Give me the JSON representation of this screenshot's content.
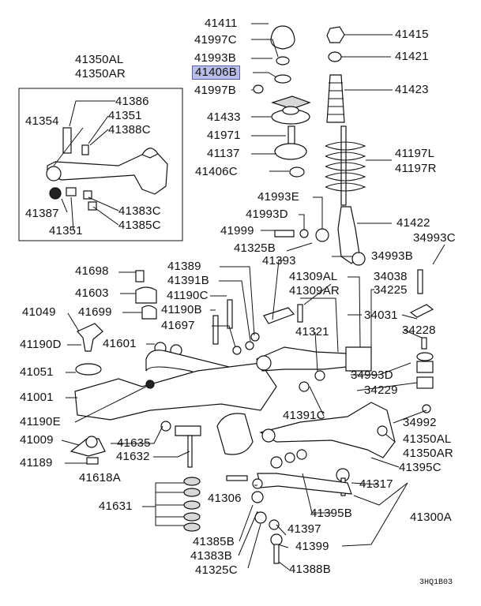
{
  "highlighted_part": "41406B",
  "diagram_code": "3HQ1B03",
  "labels": {
    "p41411": "41411",
    "p41997C": "41997C",
    "p41993B": "41993B",
    "p41406B": "41406B",
    "p41997B": "41997B",
    "p41433": "41433",
    "p41971": "41971",
    "p41137": "41137",
    "p41406C": "41406C",
    "p41415": "41415",
    "p41421": "41421",
    "p41423": "41423",
    "p41197L": "41197L",
    "p41197R": "41197R",
    "p41993E": "41993E",
    "p41993D": "41993D",
    "p41999": "41999",
    "p41325B": "41325B",
    "p41422": "41422",
    "p34993C": "34993C",
    "p34993B": "34993B",
    "p41350AL_top": "41350AL",
    "p41350AR_top": "41350AR",
    "p41386": "41386",
    "p41351a": "41351",
    "p41354": "41354",
    "p41388C": "41388C",
    "p41387": "41387",
    "p41383C": "41383C",
    "p41351b": "41351",
    "p41385C": "41385C",
    "p41698": "41698",
    "p41603": "41603",
    "p41699": "41699",
    "p41049": "41049",
    "p41190D": "41190D",
    "p41601": "41601",
    "p41051": "41051",
    "p41001": "41001",
    "p41190E": "41190E",
    "p41009": "41009",
    "p41189": "41189",
    "p41618A": "41618A",
    "p41635": "41635",
    "p41632": "41632",
    "p41389": "41389",
    "p41391B": "41391B",
    "p41190C": "41190C",
    "p41190B": "41190B",
    "p41697": "41697",
    "p41393": "41393",
    "p41309AL": "41309AL",
    "p41309AR": "41309AR",
    "p41321": "41321",
    "p34038": "34038",
    "p34225": "34225",
    "p34031": "34031",
    "p34228": "34228",
    "p34993D": "34993D",
    "p34229": "34229",
    "p34992": "34992",
    "p41391C": "41391C",
    "p41350AL": "41350AL",
    "p41350AR": "41350AR",
    "p41395C": "41395C",
    "p41317": "41317",
    "p41631": "41631",
    "p41306": "41306",
    "p41395B": "41395B",
    "p41300A": "41300A",
    "p41397": "41397",
    "p41399": "41399",
    "p41385B": "41385B",
    "p41383B": "41383B",
    "p41325C": "41325C",
    "p41388B": "41388B"
  }
}
